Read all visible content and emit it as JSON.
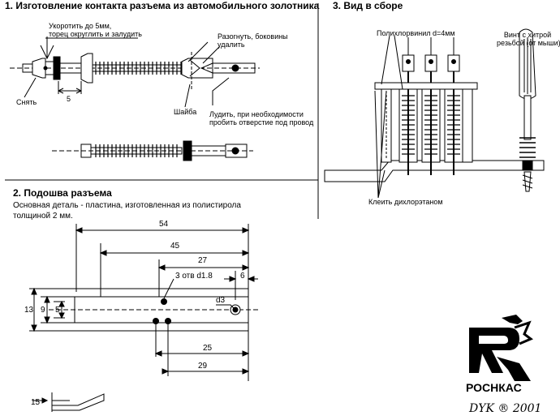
{
  "sections": {
    "s1_title": "1. Изготовление контакта разъема из автомобильного золотника",
    "s2_title": "2. Подошва разъема",
    "s2_desc1": "Основная деталь - пластина, изготовленная из полистирола",
    "s2_desc2": "толщиной 2 мм.",
    "s3_title": "3. Вид в сборе"
  },
  "s1_labels": {
    "shorten1": "Укоротить до 5мм,",
    "shorten2": "торец округлить и залудить",
    "bend1": "Разогнуть, боковины",
    "bend2": "удалить",
    "remove": "Снять",
    "washer": "Шайба",
    "tin1": "Лудить, при необходимости",
    "tin2": "пробить отверстие под провод",
    "dim5": "5"
  },
  "s2_dims": {
    "d54": "54",
    "d45": "45",
    "d27": "27",
    "holes": "3 отв d1.8",
    "d6": "6",
    "d3": "d3",
    "d13": "13",
    "d9": "9",
    "d5": "5",
    "d25": "25",
    "d29": "29",
    "d15": "15"
  },
  "s3_labels": {
    "pvc": "Полихлорвинил d=4мм",
    "screw1": "Винт с хитрой",
    "screw2": "резьбой (от мыши)",
    "glue": "Клеить дихлорэтаном"
  },
  "logo": {
    "brand": "РОСНКАС",
    "signature": "DYK ® 2001"
  }
}
